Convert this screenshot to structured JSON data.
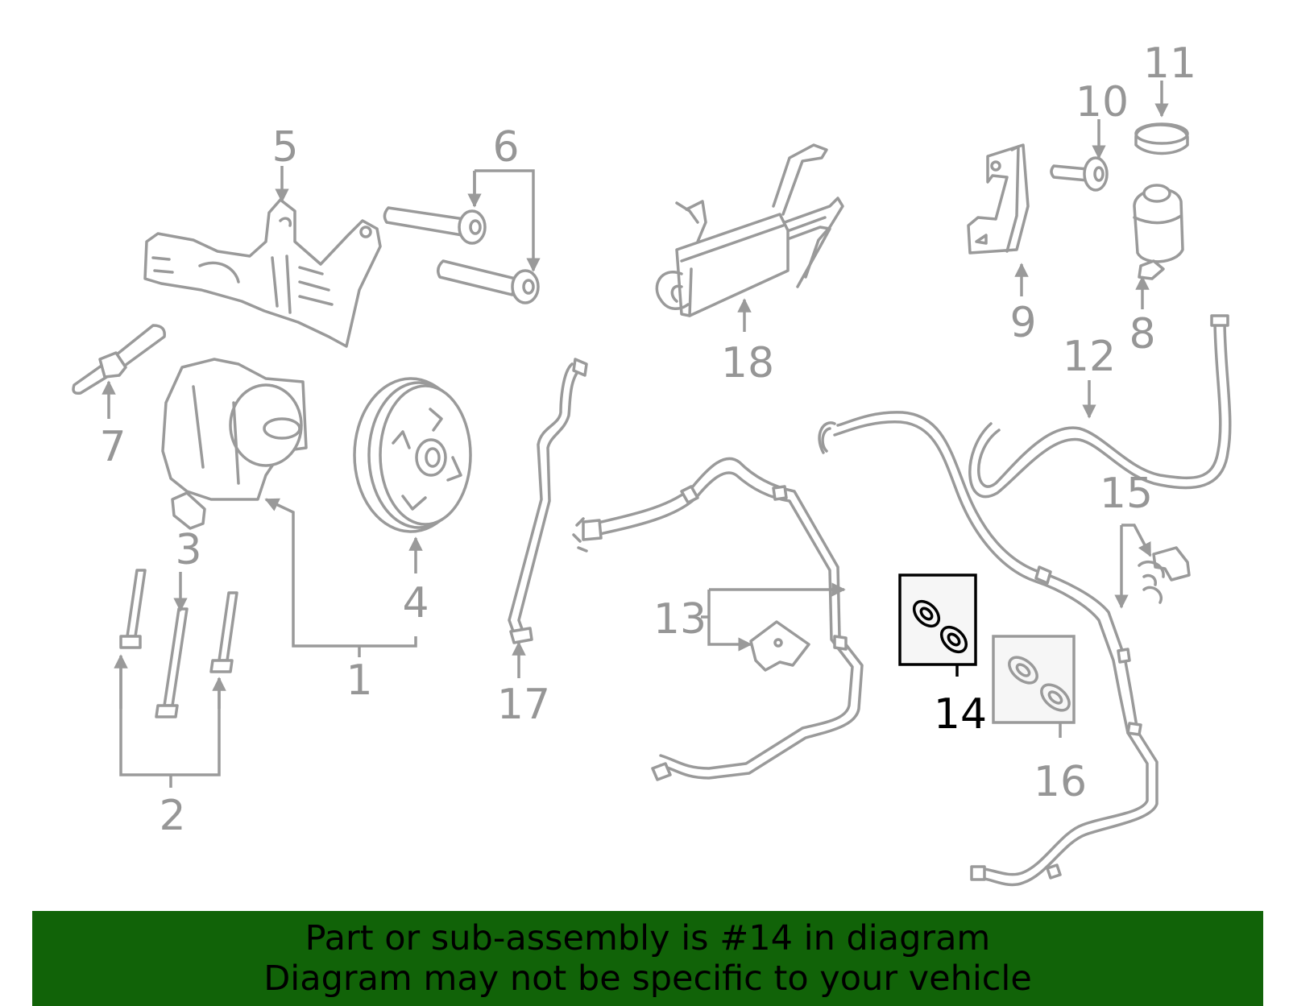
{
  "diagram": {
    "callouts": [
      {
        "id": "1",
        "label": "1"
      },
      {
        "id": "2",
        "label": "2"
      },
      {
        "id": "3",
        "label": "3"
      },
      {
        "id": "4",
        "label": "4"
      },
      {
        "id": "5",
        "label": "5"
      },
      {
        "id": "6",
        "label": "6"
      },
      {
        "id": "7",
        "label": "7"
      },
      {
        "id": "8",
        "label": "8"
      },
      {
        "id": "9",
        "label": "9"
      },
      {
        "id": "10",
        "label": "10"
      },
      {
        "id": "11",
        "label": "11"
      },
      {
        "id": "12",
        "label": "12"
      },
      {
        "id": "13",
        "label": "13"
      },
      {
        "id": "14",
        "label": "14",
        "highlighted": true
      },
      {
        "id": "15",
        "label": "15"
      },
      {
        "id": "16",
        "label": "16"
      },
      {
        "id": "17",
        "label": "17"
      },
      {
        "id": "18",
        "label": "18"
      }
    ]
  },
  "banner": {
    "line1": "Part or sub-assembly is #14 in diagram",
    "line2": "Diagram may not be specific to your vehicle",
    "background_color": "#116308"
  },
  "colors": {
    "part_stroke": "#9a9a9a",
    "label": "#969696",
    "highlight": "#000000"
  }
}
